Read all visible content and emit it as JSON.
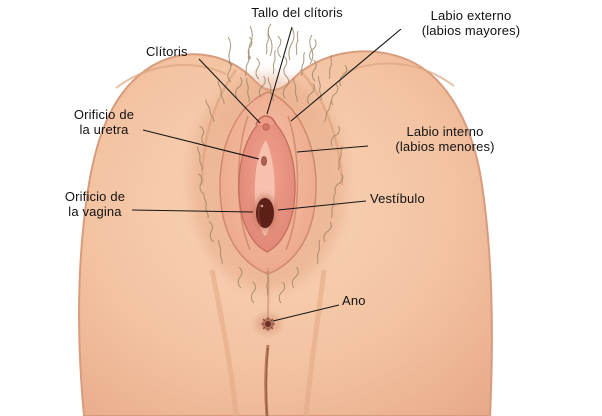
{
  "diagram": {
    "kind": "anatomy-diagram",
    "subject": "Genitales externos femeninos (vulva)",
    "language": "es"
  },
  "labels": {
    "tallo": {
      "line1": "Tallo del clítoris"
    },
    "clitoris": {
      "line1": "Clítoris"
    },
    "labio_externo": {
      "line1": "Labio externo",
      "line2": "(labios mayores)"
    },
    "uretra": {
      "line1": "Orificio de",
      "line2": "la uretra"
    },
    "labio_interno": {
      "line1": "Labio interno",
      "line2": "(labios menores)"
    },
    "vagina": {
      "line1": "Orificio de",
      "line2": "la vagina"
    },
    "vestibulo": {
      "line1": "Vestíbulo"
    },
    "ano": {
      "line1": "Ano"
    }
  },
  "colors": {
    "background": "#ffffff",
    "skin": "#f3c3a2",
    "skin_shadow": "#e9ad8c",
    "outline": "#d89c7c",
    "vulva_outer": "#efb49a",
    "vulva_inner": "#e98f7f",
    "opening_dark": "#5c2019",
    "hair": "#9b8668",
    "label_text": "#121212",
    "leader_line": "#161616"
  }
}
